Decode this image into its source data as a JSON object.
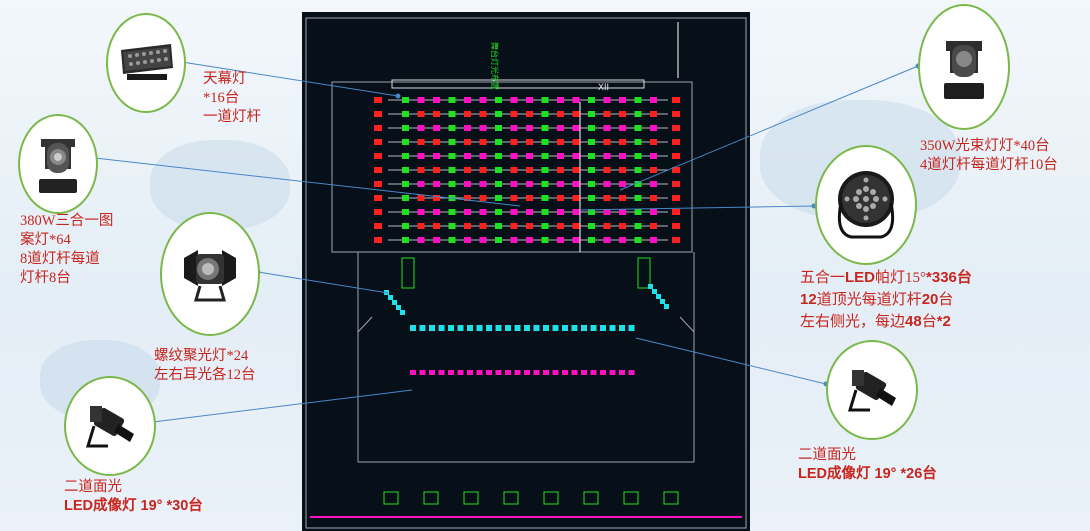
{
  "plan_labels": {
    "vertical_text": "舞台灯光布置",
    "box_label": "XII"
  },
  "callouts": {
    "cyc_light": {
      "name": "天幕灯",
      "qty": "*16台",
      "note": "一道灯杆",
      "icon": "cyc-light-icon"
    },
    "profile_380w": {
      "name": "380W三合一图",
      "name2": "案灯*64",
      "note": "8道灯杆每道",
      "note2": "灯杆8台",
      "icon": "moving-head-icon"
    },
    "fresnel": {
      "name": "螺纹聚光灯*24",
      "note": "左右耳光各12台",
      "icon": "fresnel-spotlight-icon"
    },
    "ellipsoidal_left": {
      "name": "二道面光",
      "note_prefix": "LED成像灯 19°",
      "note_suffix": " *30台",
      "icon": "ellipsoidal-spotlight-icon"
    },
    "beam_350w": {
      "name": "350W光束灯灯*40台",
      "note": "4道灯杆每道灯杆10台",
      "icon": "beam-moving-head-icon"
    },
    "led_par": {
      "name_prefix": "五合一",
      "name_bold": "LED",
      "name_suffix": "帕灯15°",
      "qty": "*336台",
      "line2_bold": "12",
      "line2_rest": "道顶光每道灯杆",
      "line2_num": "20",
      "line2_end": "台",
      "line3_prefix": "左右侧光，每边",
      "line3_bold": "48",
      "line3_mid": "台",
      "line3_end": "*2",
      "icon": "led-par-can-icon"
    },
    "ellipsoidal_right": {
      "name": "二道面光",
      "note_prefix": "LED成像灯 19°",
      "note_suffix": " *26台",
      "icon": "ellipsoidal-spotlight-icon"
    }
  },
  "colors": {
    "callout_text": "#c8251e",
    "circle_border": "#7ab84a",
    "leader_line": "#4a86c8",
    "plan_bg": "#071018",
    "rig_green": "#20e020",
    "rig_magenta": "#ff10c0",
    "rig_cyan": "#20e0e8",
    "rig_red": "#ff2020"
  }
}
